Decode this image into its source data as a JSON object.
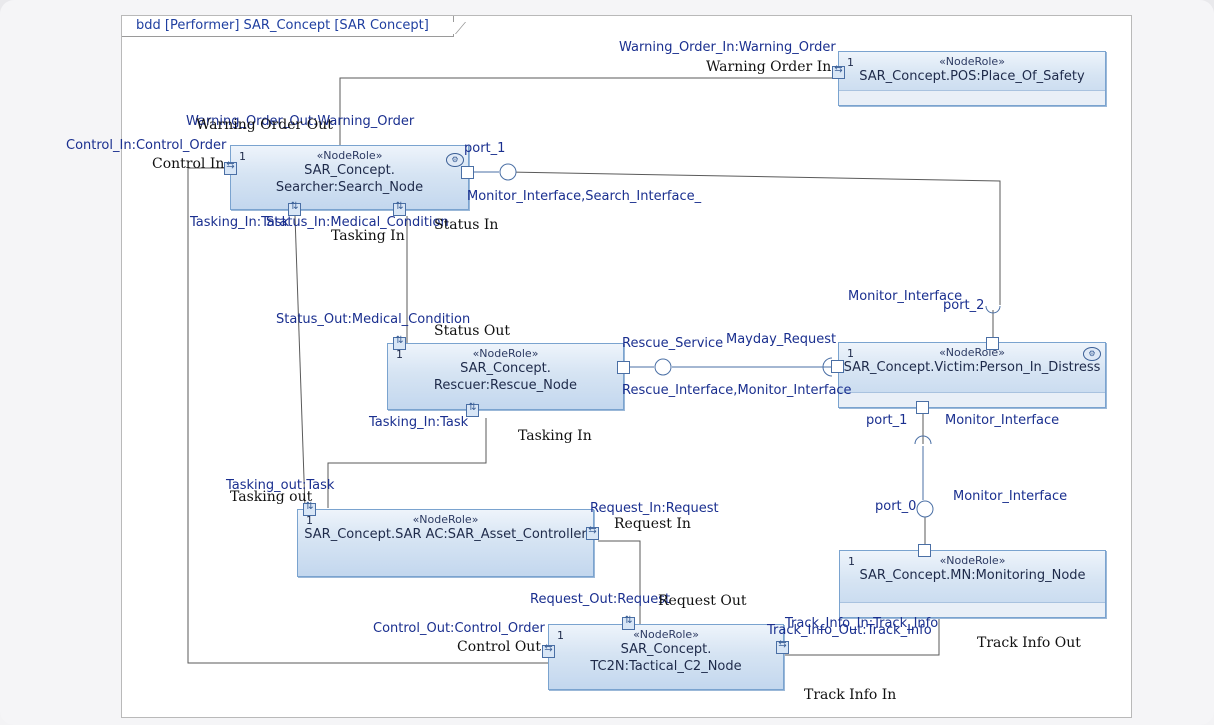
{
  "diagram": {
    "frame_title": "bdd [Performer] SAR_Concept [SAR Concept]"
  },
  "nodes": {
    "pos": {
      "stereotype": "«NodeRole»",
      "name": "SAR_Concept.POS:Place_Of_Safety",
      "multiplicity": "1"
    },
    "searcher": {
      "stereotype": "«NodeRole»",
      "name": "SAR_Concept.\nSearcher:Search_Node",
      "multiplicity": "1"
    },
    "rescuer": {
      "stereotype": "«NodeRole»",
      "name": "SAR_Concept.\nRescuer:Rescue_Node",
      "multiplicity": "1"
    },
    "victim": {
      "stereotype": "«NodeRole»",
      "name": "SAR_Concept.Victim:Person_In_Distress",
      "multiplicity": "1"
    },
    "asset": {
      "stereotype": "«NodeRole»",
      "name": "SAR_Concept.SAR AC:SAR_Asset_Controller",
      "multiplicity": "1"
    },
    "monitor": {
      "stereotype": "«NodeRole»",
      "name": "SAR_Concept.MN:Monitoring_Node",
      "multiplicity": "1"
    },
    "tactical": {
      "stereotype": "«NodeRole»",
      "name": "SAR_Concept.\nTC2N:Tactical_C2_Node",
      "multiplicity": "1"
    }
  },
  "port_labels": {
    "warning_order_in": "Warning_Order_In:Warning_Order",
    "warning_order_out": "Warning_Order_Out:Warning_Order",
    "control_in": "Control_In:Control_Order",
    "port_1_searcher": "port_1",
    "monitor_search_interface": "Monitor_Interface,Search_Interface_",
    "tasking_in_task": "Tasking_In:Task",
    "status_in_medical": "Status_In:Medical_Condition",
    "status_out_medical": "Status_Out:Medical_Condition",
    "rescue_service": "Rescue_Service",
    "mayday_request": "Mayday_Request",
    "rescue_monitor_interface": "Rescue_Interface,Monitor_Interface",
    "monitor_interface_top": "Monitor_Interface",
    "port_2": "port_2",
    "rescuer_tasking_in": "Tasking_In:Task",
    "port_1_victim": "port_1",
    "monitor_interface_victim": "Monitor_Interface",
    "port_0": "port_0",
    "monitor_interface_port0": "Monitor_Interface",
    "tasking_out_task": "Tasking_out:Task",
    "request_in_request": "Request_In:Request",
    "request_out_request": "Request_Out:Request",
    "control_out_order": "Control_Out:Control_Order",
    "track_info_in_track": "Track_Info_In:Track_Info",
    "track_info_out_track": "Track_Info_Out:Track_Info"
  },
  "flow_labels": {
    "warning_order_in": "Warning Order In",
    "warning_order_out": "Warning Order Out",
    "control_in": "Control In",
    "tasking_in": "Tasking In",
    "status_in": "Status In",
    "status_out": "Status Out",
    "rescuer_tasking_in": "Tasking In",
    "tasking_out": "Tasking out",
    "request_in": "Request In",
    "request_out": "Request Out",
    "control_out": "Control Out",
    "track_info_out": "Track Info Out",
    "track_info_in": "Track Info In"
  }
}
